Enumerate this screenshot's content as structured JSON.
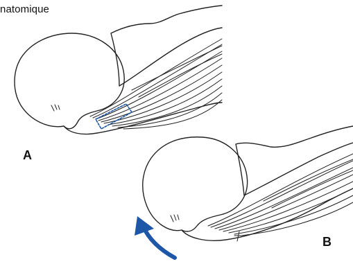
{
  "caption": {
    "title": "natomique"
  },
  "panels": [
    {
      "label": "A"
    },
    {
      "label": "B"
    }
  ],
  "colors": {
    "line": "#222222",
    "accent": "#1f57a8",
    "background": "#ffffff"
  }
}
